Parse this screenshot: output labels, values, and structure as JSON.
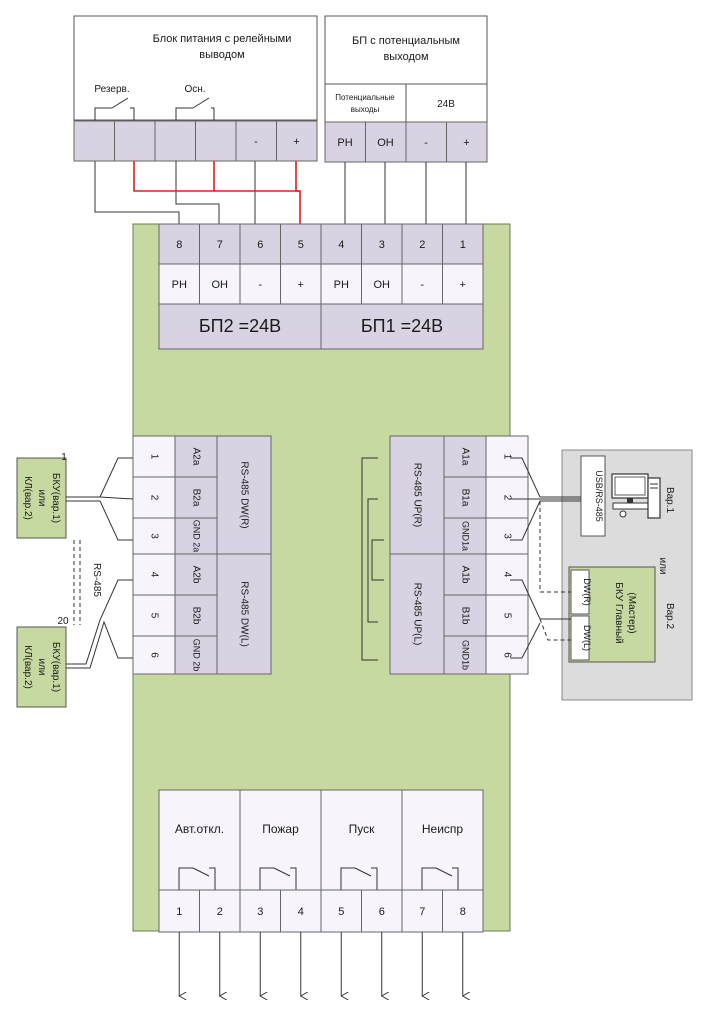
{
  "colors": {
    "board": "#c6d9a0",
    "cell_light": "#f7f5fb",
    "cell_dark": "#d9d2e3",
    "device_green": "#c6d9a0",
    "panel_gray": "#dcdcdc",
    "relay_wire": "#e02020"
  },
  "psu_relay": {
    "title_line1": "Блок питания с релейными",
    "title_line2": "выводом",
    "contact_reserve": "Резерв.",
    "contact_main": "Осн.",
    "terminals": [
      "",
      "",
      "",
      "",
      "-",
      "+"
    ]
  },
  "psu_potential": {
    "title_line1": "БП с потенциальным",
    "title_line2": "выходом",
    "outputs_line1": "Потенциальные",
    "outputs_line2": "выходы",
    "voltage": "24В",
    "terminals": [
      "РН",
      "ОН",
      "-",
      "+"
    ]
  },
  "top_block": {
    "numbers": [
      "8",
      "7",
      "6",
      "5",
      "4",
      "3",
      "2",
      "1"
    ],
    "labels": [
      "РН",
      "ОН",
      "-",
      "+",
      "РН",
      "ОН",
      "-",
      "+"
    ],
    "bp2": "БП2 =24В",
    "bp1": "БП1 =24В"
  },
  "left_block": {
    "numbers": [
      "1",
      "2",
      "3",
      "4",
      "5",
      "6"
    ],
    "signals": [
      "A2a",
      "B2a",
      "GND 2a",
      "A2b",
      "B2b",
      "GND 2b"
    ],
    "group1": "RS-485 DW(R)",
    "group2": "RS-485 DW(L)"
  },
  "right_block": {
    "numbers": [
      "1",
      "2",
      "3",
      "4",
      "5",
      "6"
    ],
    "signals": [
      "A1a",
      "B1a",
      "GND1a",
      "A1b",
      "B1b",
      "GND1b"
    ],
    "group1": "RS-485 UP(R)",
    "group2": "RS-485 UP(L)"
  },
  "left_devices": {
    "dev1_index": "1",
    "dev2_index": "20",
    "dev_line1": "БКУ(вар.1)",
    "dev_line2": "или",
    "dev_line3": "КЛ(вар.2)",
    "bus": "RS-485"
  },
  "right_panel": {
    "converter": "USB/RS-485",
    "var1": "Вар.1",
    "or": "или",
    "var2": "Вар.2",
    "master_line1": "БКУ Главный",
    "master_line2": "(Мастер)",
    "port_r": "DW(R)",
    "port_l": "DW(L)"
  },
  "relay_block": {
    "labels": [
      "Авт.откл.",
      "Пожар",
      "Пуск",
      "Неиспр"
    ],
    "numbers": [
      "1",
      "2",
      "3",
      "4",
      "5",
      "6",
      "7",
      "8"
    ]
  }
}
